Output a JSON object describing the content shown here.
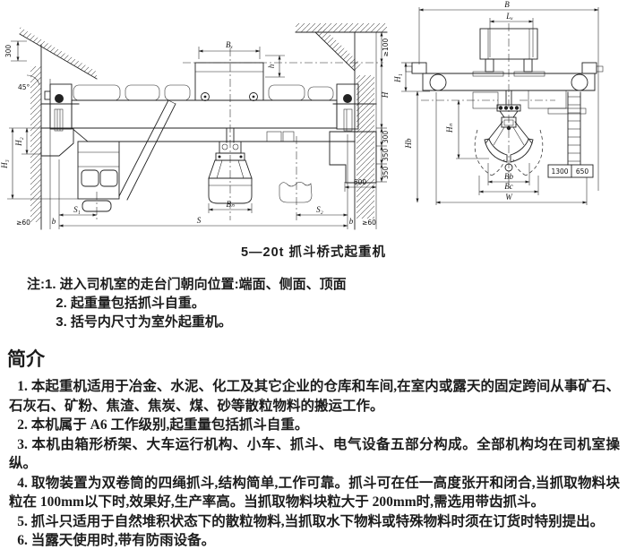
{
  "figure": {
    "caption": "5—20t 抓斗桥式起重机",
    "front_view": {
      "labels": {
        "top300": "300",
        "angle": "45°",
        "h2": "H₂",
        "h3": "H₃",
        "ge60L": "≥60",
        "bL": "b",
        "s1": "S₁",
        "s": "S",
        "s2": "S₂",
        "bR": "b",
        "ge60R": "≥60",
        "bx": "Bₓ",
        "h": "h",
        "ge100": "≥100",
        "H": "H",
        "r300": "300",
        "r350a": "350",
        "r350b": "350",
        "d600": "600",
        "bn": "Bₙ"
      }
    },
    "side_view": {
      "labels": {
        "B": "B",
        "lx": "Lₓ",
        "h1": "H₁",
        "hb": "Hb",
        "hn": "Hₙ",
        "bb": "Bb",
        "bc": "Bc",
        "w": "W",
        "t1300": "1300",
        "t650": "650"
      }
    }
  },
  "notes": {
    "label": "注:",
    "items": [
      "1. 进入司机室的走台门朝向位置:端面、侧面、顶面",
      "2. 起重量包括抓斗自重。",
      "3. 括号内尺寸为室外起重机。"
    ]
  },
  "intro": {
    "heading": "简介",
    "paragraphs": [
      "1. 本起重机适用于冶金、水泥、化工及其它企业的仓库和车间,在室内或露天的固定跨间从事矿石、石灰石、矿粉、焦渣、焦炭、煤、砂等散粒物料的搬运工作。",
      "2. 本机属于 A6 工作级别,起重量包括抓斗自重。",
      "3. 本机由箱形桥架、大车运行机构、小车、抓斗、电气设备五部分构成。全部机构均在司机室操纵。",
      "4. 取物装置为双卷筒的四绳抓斗,结构简单,工作可靠。抓斗可在任一高度张开和闭合,当抓取物料块粒在 100mm以下时,效果好,生产率高。当抓取物料块粒大于 200mm时,需选用带齿抓斗。",
      "5. 抓斗只适用于自然堆积状态下的散粒物料,当抓取水下物料或特殊物料时须在订货时特别提出。",
      "6. 当露天使用时,带有防雨设备。"
    ]
  }
}
